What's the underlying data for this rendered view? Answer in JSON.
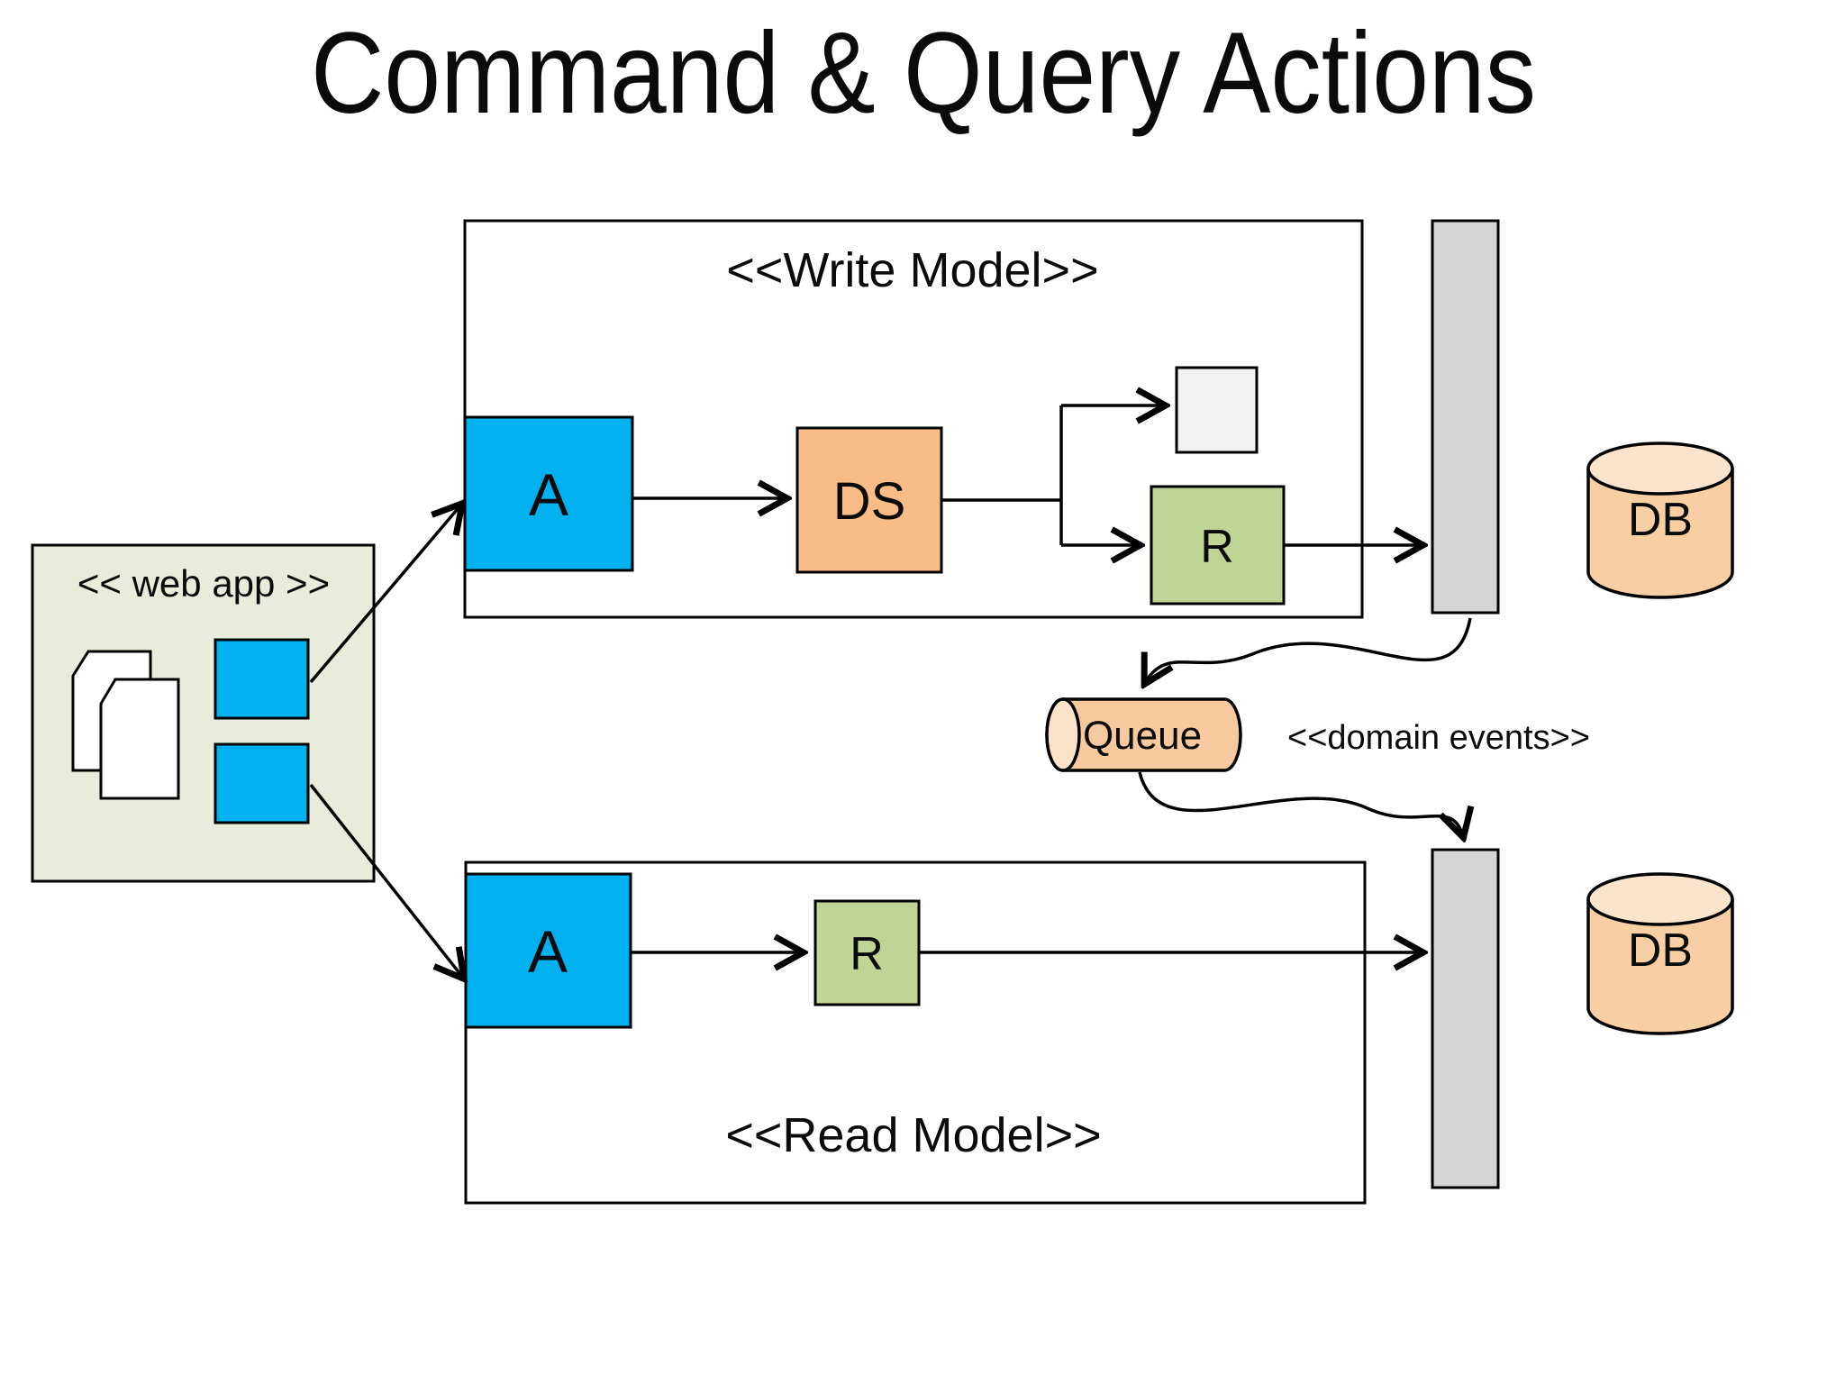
{
  "title": "Command & Query Actions",
  "web_app": {
    "label": "<< web app >>"
  },
  "write_model": {
    "label": "<<Write Model>>",
    "aggregate": "A",
    "domain_service": "DS",
    "repository": "R"
  },
  "read_model": {
    "label": "<<Read Model>>",
    "aggregate": "A",
    "repository": "R"
  },
  "queue": {
    "label": "Queue"
  },
  "domain_events_label": "<<domain events>>",
  "write_db": {
    "label": "DB"
  },
  "read_db": {
    "label": "DB"
  },
  "icons": {
    "documents_icon": "two overlapping page shapes with clipped corner",
    "cylinder_icon": "database / queue cylinder",
    "arrowhead_icon": "open V line arrowhead"
  },
  "colors": {
    "bg": "#ffffff",
    "line": "#000000",
    "blue": "#00b1f0",
    "orange": "#f9bc86",
    "green": "#c0d495",
    "webapp_bg": "#e9ebdb",
    "gray_bar": "#d5d5d5",
    "light_square": "#f1f1f1",
    "db_fill": "#f8cfa4",
    "db_top": "#fbe4cb",
    "queue_fill": "#f7c99e",
    "queue_cap": "#fbe3c9"
  }
}
